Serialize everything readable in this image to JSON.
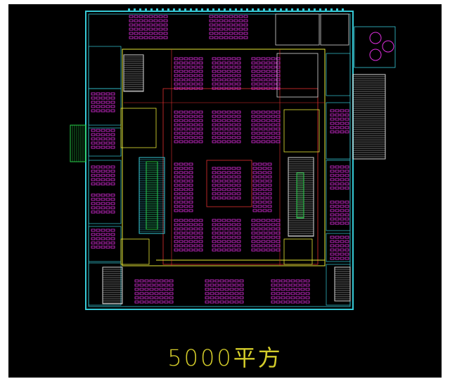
{
  "caption": "5000平方",
  "colors": {
    "background": "#000000",
    "walls": "#36c9d6",
    "furniture": "#e02ee0",
    "partitions": "#d6d6d6",
    "yellow_lines": "#e6e635",
    "red_lines": "#e03030",
    "green_stairs": "#28d04a",
    "caption_text": "#d4cc2a"
  },
  "icons": [
    "floor-plan-drawing",
    "staircase",
    "escalator",
    "desk-cluster"
  ]
}
